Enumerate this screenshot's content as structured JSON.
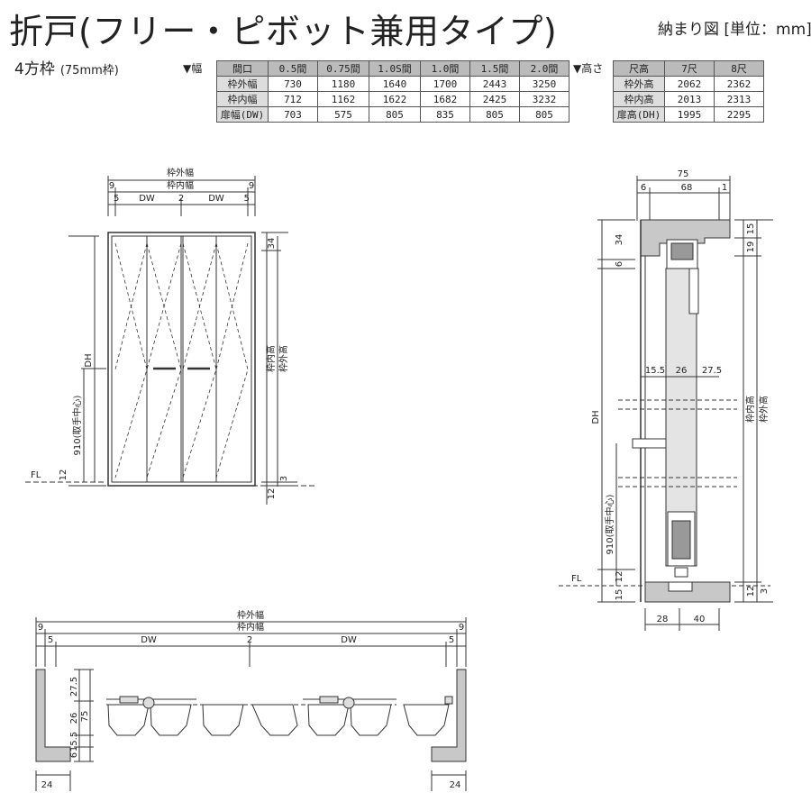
{
  "header": {
    "title": "折戸(フリー・ピボット兼用タイプ)",
    "subtitle": "納まり図 [単位：mm]",
    "frame_type": "4方枠",
    "frame_note": "(75mm枠)"
  },
  "width_table": {
    "label": "▼幅",
    "columns": [
      "間口",
      "0.5間",
      "0.75間",
      "1.0S間",
      "1.0間",
      "1.5間",
      "2.0間"
    ],
    "rows": [
      {
        "label": "枠外幅",
        "values": [
          "730",
          "1180",
          "1640",
          "1700",
          "2443",
          "3250"
        ]
      },
      {
        "label": "枠内幅",
        "values": [
          "712",
          "1162",
          "1622",
          "1682",
          "2425",
          "3232"
        ]
      },
      {
        "label": "扉幅(DW)",
        "values": [
          "703",
          "575",
          "805",
          "835",
          "805",
          "805"
        ]
      }
    ]
  },
  "height_table": {
    "label": "▼高さ",
    "columns": [
      "尺高",
      "7尺",
      "8尺"
    ],
    "rows": [
      {
        "label": "枠外高",
        "values": [
          "2062",
          "2362"
        ]
      },
      {
        "label": "枠内高",
        "values": [
          "2013",
          "2313"
        ]
      },
      {
        "label": "扉高(DH)",
        "values": [
          "1995",
          "2295"
        ]
      }
    ]
  },
  "elevation": {
    "outer_width": "枠外幅",
    "inner_width": "枠内幅",
    "left9": "9",
    "right9": "9",
    "left5": "5",
    "dw_left": "DW",
    "gap2": "2",
    "dw_right": "DW",
    "right5": "5",
    "dh": "DH",
    "handle_center": "910(取手中心)",
    "fl": "FL",
    "bottom12": "12",
    "top34": "34",
    "inner_height": "枠内高",
    "outer_height": "枠外高",
    "r_bottom12": "12",
    "r_bottom3": "3"
  },
  "section": {
    "top75": "75",
    "d6": "6",
    "d68": "68",
    "d1": "1",
    "l34": "34",
    "l6": "6",
    "r15": "15",
    "r19": "19",
    "d155": "15.5",
    "d26": "26",
    "d275": "27.5",
    "dh": "DH",
    "inner_height": "枠内高",
    "outer_height": "枠外高",
    "handle_center": "910(取手中心)",
    "fl": "FL",
    "l12": "12",
    "l15": "15",
    "r12": "12",
    "r3": "3",
    "b28": "28",
    "b40": "40"
  },
  "plan": {
    "outer_width": "枠外幅",
    "inner_width": "枠内幅",
    "left9": "9",
    "right9": "9",
    "left5": "5",
    "dw_left": "DW",
    "gap2": "2",
    "dw_right": "DW",
    "right5": "5",
    "v275": "27.5",
    "v26": "26",
    "v155": "15.5",
    "v6": "6",
    "v75": "75",
    "b24_left": "24",
    "b24_right": "24"
  }
}
